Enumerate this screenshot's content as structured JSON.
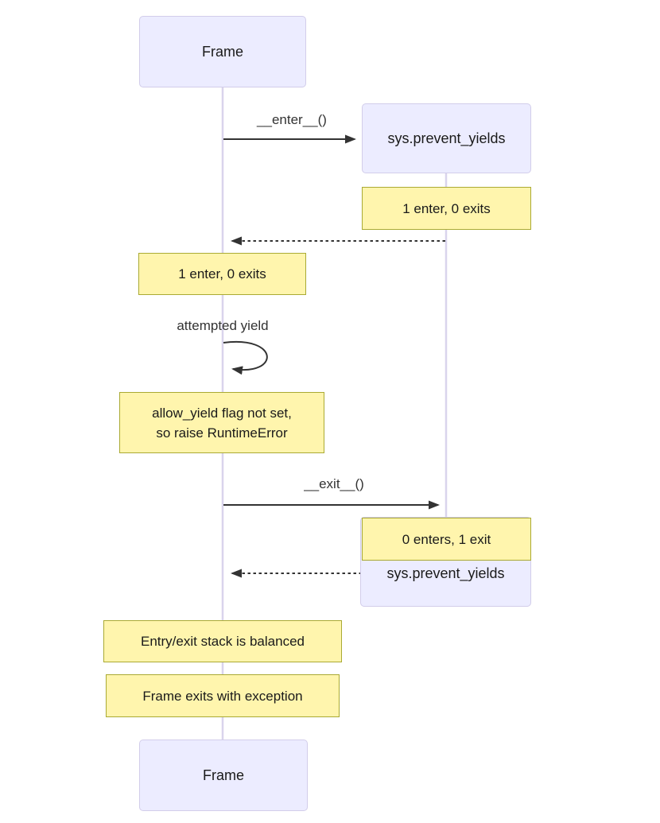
{
  "diagram": {
    "type": "sequence-diagram",
    "participants": [
      {
        "label": "Frame"
      },
      {
        "label": "sys.prevent_yields"
      }
    ],
    "messages": [
      {
        "label": "__enter__()",
        "kind": "solid-arrow",
        "from": "Frame",
        "to": "sys.prevent_yields"
      },
      {
        "label": "",
        "kind": "dashed-arrow",
        "from": "sys.prevent_yields",
        "to": "Frame"
      },
      {
        "label": "attempted yield",
        "kind": "self-arrow",
        "from": "Frame",
        "to": "Frame"
      },
      {
        "label": "__exit__()",
        "kind": "solid-arrow",
        "from": "Frame",
        "to": "sys.prevent_yields"
      },
      {
        "label": "",
        "kind": "dashed-arrow",
        "from": "sys.prevent_yields",
        "to": "Frame"
      }
    ],
    "notes": [
      {
        "text": "1 enter, 0 exits",
        "position": "right of sys.prevent_yields"
      },
      {
        "text": "1 enter, 0 exits",
        "position": "over Frame"
      },
      {
        "lines": [
          "allow_yield flag not set,",
          "so raise RuntimeError"
        ],
        "position": "over Frame"
      },
      {
        "text": "0 enters, 1 exit",
        "position": "right of sys.prevent_yields"
      },
      {
        "text": "Entry/exit stack is balanced",
        "position": "over Frame"
      },
      {
        "text": "Frame exits with exception",
        "position": "over Frame"
      }
    ]
  },
  "colors": {
    "actor-fill": "#ececff",
    "actor-border": "#d2cdea",
    "note-fill": "#fff5ad",
    "note-border": "#aaaa33",
    "arrow-color": "#333333",
    "lifeline-color": "#d9d4ec",
    "text-color": "#1a1a1a",
    "label-color": "#333333",
    "bg": "#ffffff"
  }
}
